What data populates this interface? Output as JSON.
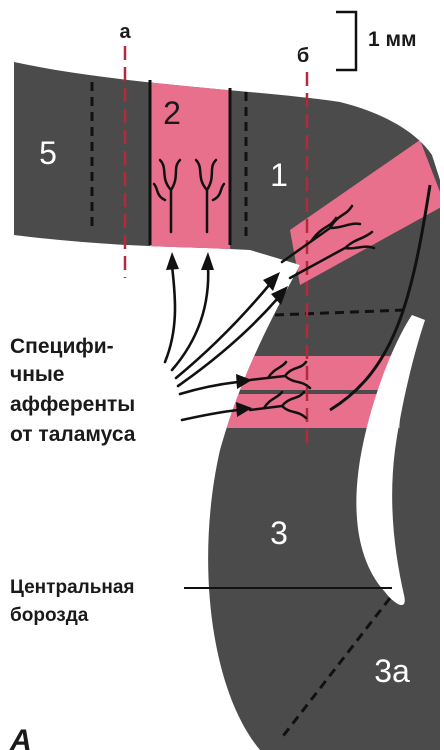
{
  "cut_labels": {
    "a": "а",
    "b": "б"
  },
  "scale_bar_label": "1 мм",
  "areas": {
    "area_5": "5",
    "area_2": "2",
    "area_1": "1",
    "area_3": "3",
    "area_3a": "3а"
  },
  "afferents_label": [
    "Специфи-",
    "чные",
    "афференты",
    "от таламуса"
  ],
  "sulcus_label": [
    "Центральная",
    "борозда"
  ],
  "panel_letter": "А",
  "colors": {
    "cortex": "#4b4b4b",
    "highlight": "#e8708c",
    "cut_line": "#b42a3c",
    "background": "#ffffff"
  }
}
